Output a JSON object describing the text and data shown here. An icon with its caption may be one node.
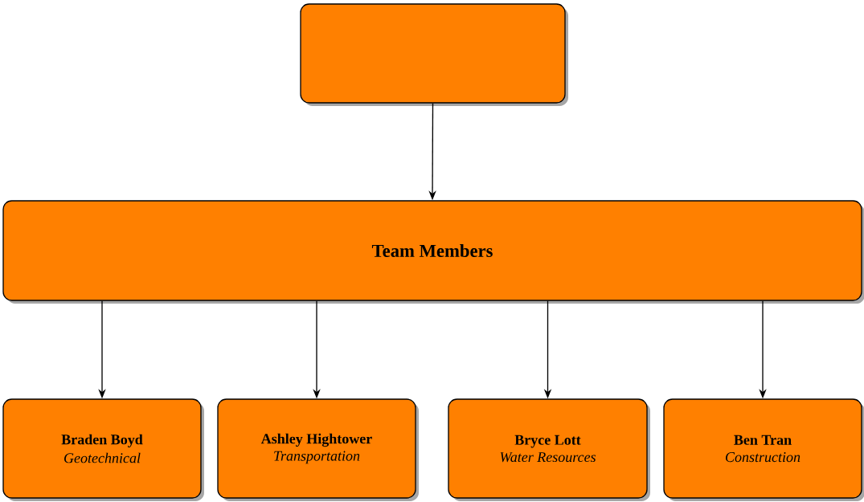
{
  "diagram": {
    "nodes": [
      {
        "text": [],
        "shape": "box"
      },
      {
        "text": [
          "Team Members"
        ]
      },
      {
        "text": [
          "Braden Boyd",
          "Geotechnical"
        ]
      },
      {
        "text": [
          "Ashley Hightower",
          "Transportation"
        ]
      },
      {
        "text": [
          "Bryce Lott",
          "Water Resources"
        ]
      },
      {
        "text": [
          "Ben Tran",
          "Construction"
        ]
      }
    ],
    "edges": [
      {
        "from": 0,
        "to": 1,
        "arrow": "to"
      },
      {
        "from": 1,
        "to": 2,
        "arrow": "to"
      },
      {
        "from": 1,
        "to": 3,
        "arrow": "to"
      },
      {
        "from": 1,
        "to": 4,
        "arrow": "to"
      },
      {
        "from": 1,
        "to": 5,
        "arrow": "to"
      }
    ]
  }
}
